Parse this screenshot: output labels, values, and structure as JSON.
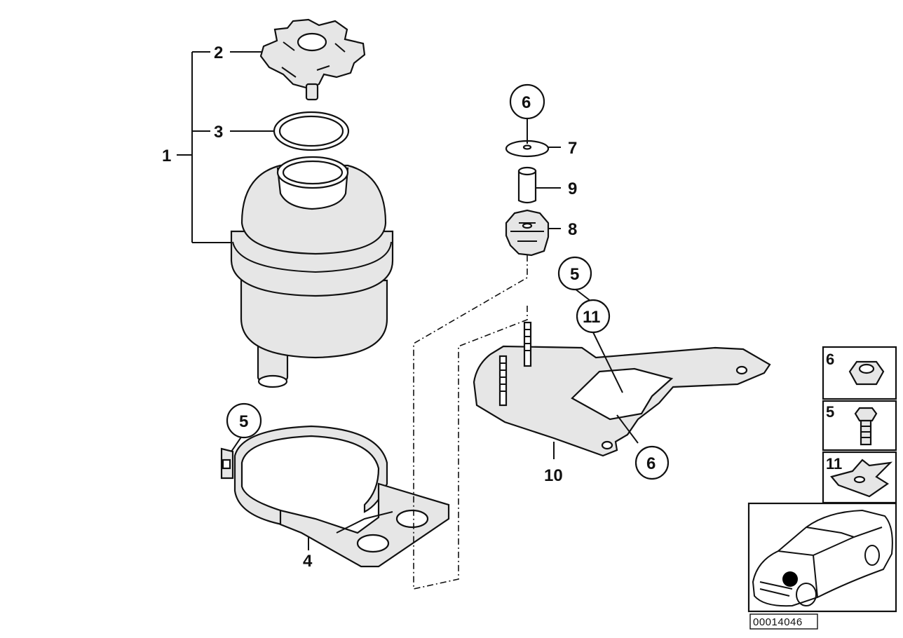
{
  "diagram": {
    "callouts": {
      "c1": "1",
      "c2": "2",
      "c3": "3",
      "c4": "4",
      "c5_clamp": "5",
      "c6_top": "6",
      "c7": "7",
      "c8": "8",
      "c9": "9",
      "c5_bracket": "5",
      "c11_bracket": "11",
      "c10": "10",
      "c6_bracket": "6"
    },
    "legend": [
      {
        "label": "6",
        "icon": "hex-nut-icon"
      },
      {
        "label": "5",
        "icon": "hex-bolt-icon"
      },
      {
        "label": "11",
        "icon": "spring-clip-icon"
      }
    ],
    "thumbnail_icon": "car-location-icon",
    "reference_number": "00014046",
    "colors": {
      "line": "#111111",
      "part_fill": "#e6e6e6",
      "marker": "#000000"
    }
  }
}
